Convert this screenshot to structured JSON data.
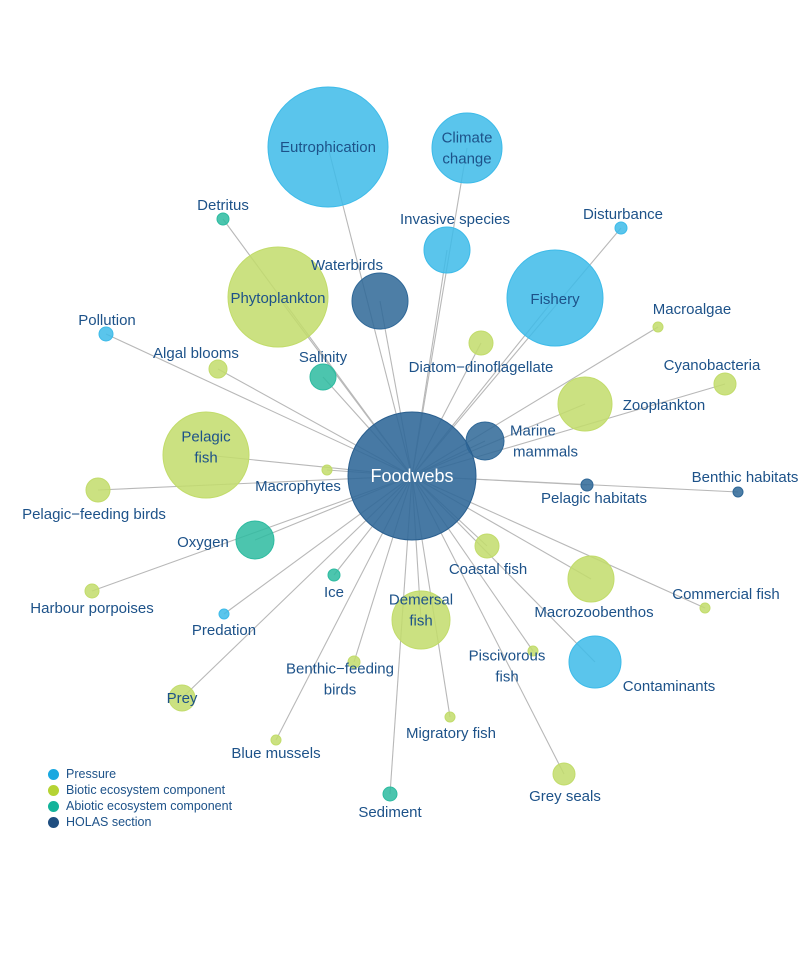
{
  "colors": {
    "pressure": "#3dbbe9",
    "biotic": "#c2dc6b",
    "abiotic": "#2dbba0",
    "holas": "#2e6797",
    "label": "#1d5289",
    "edge": "#b8b8b8"
  },
  "legend": [
    {
      "key": "pressure",
      "label": "Pressure",
      "color": "#1aa8e0"
    },
    {
      "key": "biotic",
      "label": "Biotic ecosystem component",
      "color": "#b5d334"
    },
    {
      "key": "abiotic",
      "label": "Abiotic ecosystem component",
      "color": "#14b39a"
    },
    {
      "key": "holas",
      "label": "HOLAS section",
      "color": "#1f4e80"
    }
  ],
  "center": {
    "label": "Foodwebs",
    "category": "holas"
  },
  "nodes": [
    {
      "label": [
        "Eutrophication"
      ],
      "category": "pressure"
    },
    {
      "label": [
        "Climate",
        "change"
      ],
      "category": "pressure"
    },
    {
      "label": [
        "Invasive species"
      ],
      "category": "pressure"
    },
    {
      "label": [
        "Disturbance"
      ],
      "category": "pressure"
    },
    {
      "label": [
        "Fishery"
      ],
      "category": "pressure"
    },
    {
      "label": [
        "Macroalgae"
      ],
      "category": "biotic"
    },
    {
      "label": [
        "Cyanobacteria"
      ],
      "category": "biotic"
    },
    {
      "label": [
        "Zooplankton"
      ],
      "category": "biotic"
    },
    {
      "label": [
        "Diatom−dinoflagellate"
      ],
      "category": "biotic"
    },
    {
      "label": [
        "Marine",
        "mammals"
      ],
      "category": "holas"
    },
    {
      "label": [
        "Benthic habitats"
      ],
      "category": "holas"
    },
    {
      "label": [
        "Pelagic habitats"
      ],
      "category": "holas"
    },
    {
      "label": [
        "Commercial fish"
      ],
      "category": "biotic"
    },
    {
      "label": [
        "Macrozoobenthos"
      ],
      "category": "biotic"
    },
    {
      "label": [
        "Coastal fish"
      ],
      "category": "biotic"
    },
    {
      "label": [
        "Contaminants"
      ],
      "category": "pressure"
    },
    {
      "label": [
        "Piscivorous",
        "fish"
      ],
      "category": "biotic"
    },
    {
      "label": [
        "Grey seals"
      ],
      "category": "biotic"
    },
    {
      "label": [
        "Migratory fish"
      ],
      "category": "biotic"
    },
    {
      "label": [
        "Demersal",
        "fish"
      ],
      "category": "biotic"
    },
    {
      "label": [
        "Sediment"
      ],
      "category": "abiotic"
    },
    {
      "label": [
        "Benthic−feeding",
        "birds"
      ],
      "category": "biotic"
    },
    {
      "label": [
        "Ice"
      ],
      "category": "abiotic"
    },
    {
      "label": [
        "Blue mussels"
      ],
      "category": "biotic"
    },
    {
      "label": [
        "Prey"
      ],
      "category": "biotic"
    },
    {
      "label": [
        "Predation"
      ],
      "category": "pressure"
    },
    {
      "label": [
        "Oxygen"
      ],
      "category": "abiotic"
    },
    {
      "label": [
        "Harbour porpoises"
      ],
      "category": "biotic"
    },
    {
      "label": [
        "Macrophytes"
      ],
      "category": "biotic"
    },
    {
      "label": [
        "Pelagic",
        "fish"
      ],
      "category": "biotic"
    },
    {
      "label": [
        "Pelagic−feeding birds"
      ],
      "category": "biotic"
    },
    {
      "label": [
        "Algal blooms"
      ],
      "category": "biotic"
    },
    {
      "label": [
        "Pollution"
      ],
      "category": "pressure"
    },
    {
      "label": [
        "Salinity"
      ],
      "category": "abiotic"
    },
    {
      "label": [
        "Phytoplankton"
      ],
      "category": "biotic"
    },
    {
      "label": [
        "Waterbirds"
      ],
      "category": "holas"
    },
    {
      "label": [
        "Detritus"
      ],
      "category": "abiotic"
    }
  ]
}
